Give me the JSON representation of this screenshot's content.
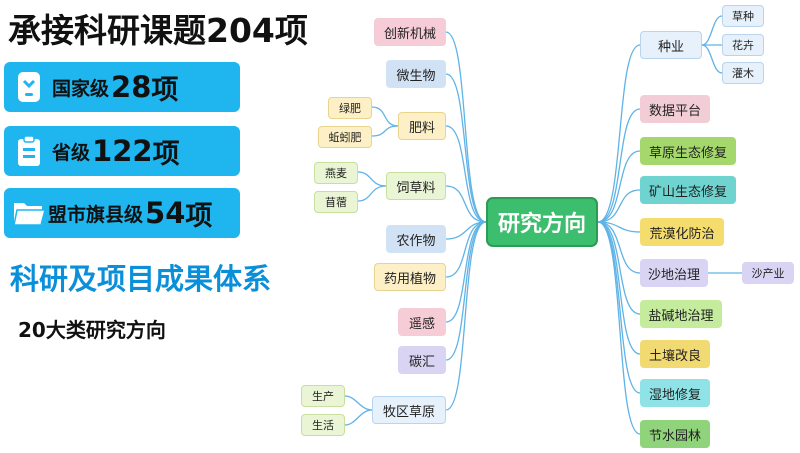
{
  "title": "承接科研课题204项",
  "stats": [
    {
      "icon": "phone-icon",
      "label": "国家级",
      "number": "28",
      "unit": "项"
    },
    {
      "icon": "clipboard-icon",
      "label": "省级",
      "number": "122",
      "unit": "项"
    },
    {
      "icon": "folder-icon",
      "label": "盟市旗县级",
      "number": "54",
      "unit": "项"
    }
  ],
  "subtitle": "科研及项目成果体系",
  "subtitle2": "20大类研究方向",
  "mindmap": {
    "center": "研究方向",
    "left": [
      {
        "label": "创新机械"
      },
      {
        "label": "微生物"
      },
      {
        "label": "肥料",
        "children": [
          "绿肥",
          "蚯蚓肥"
        ]
      },
      {
        "label": "饲草料",
        "children": [
          "燕麦",
          "苜蓿"
        ]
      },
      {
        "label": "农作物"
      },
      {
        "label": "药用植物"
      },
      {
        "label": "遥感"
      },
      {
        "label": "碳汇"
      },
      {
        "label": "牧区草原",
        "children": [
          "生产",
          "生活"
        ]
      }
    ],
    "right": [
      {
        "label": "种业",
        "children": [
          "草种",
          "花卉",
          "灌木"
        ]
      },
      {
        "label": "数据平台"
      },
      {
        "label": "草原生态修复"
      },
      {
        "label": "矿山生态修复"
      },
      {
        "label": "荒漠化防治"
      },
      {
        "label": "沙地治理",
        "children": [
          "沙产业"
        ]
      },
      {
        "label": "盐碱地治理"
      },
      {
        "label": "土壤改良"
      },
      {
        "label": "湿地修复"
      },
      {
        "label": "节水园林"
      }
    ]
  },
  "colors": {
    "stat_bg": "#1fb5ef",
    "subtitle": "#0a8fd8",
    "center": "#3dbd6e",
    "connector": "#5fb3e6"
  }
}
